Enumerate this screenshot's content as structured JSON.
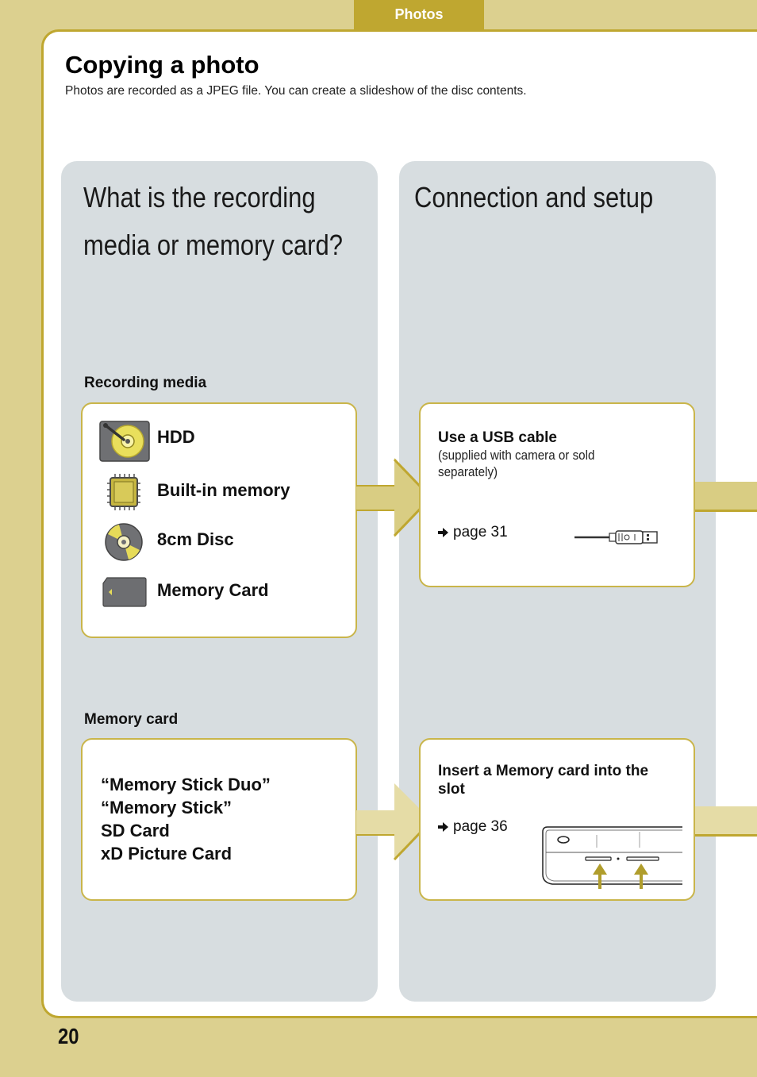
{
  "header": {
    "tab_label": "Photos"
  },
  "page": {
    "title": "Copying a photo",
    "subtitle": "Photos are recorded as a JPEG file. You can create a slideshow of the disc contents.",
    "page_number": "20"
  },
  "left_panel": {
    "heading_line1": "What is the recording",
    "heading_line2": "media or memory card?",
    "recording_media": {
      "label": "Recording media",
      "items": [
        {
          "label": "HDD",
          "icon": "hdd-icon"
        },
        {
          "label": "Built-in memory",
          "icon": "chip-icon"
        },
        {
          "label": "8cm Disc",
          "icon": "disc-icon"
        },
        {
          "label": "Memory Card",
          "icon": "memory-card-icon"
        }
      ]
    },
    "memory_card": {
      "label": "Memory card",
      "items": [
        "“Memory Stick Duo”",
        "“Memory Stick”",
        "SD Card",
        "xD Picture Card"
      ]
    }
  },
  "right_panel": {
    "heading": "Connection and setup",
    "usb": {
      "title": "Use a USB cable",
      "note": "(supplied with camera or sold separately)",
      "page_ref": "page 31"
    },
    "slot": {
      "title": "Insert a Memory card into the slot",
      "page_ref": "page 36"
    }
  },
  "colors": {
    "background": "#dcd08f",
    "accent": "#bfa730",
    "panel": "#d7dde0",
    "card_border": "#c9b54a",
    "arrow": "#d9cd83"
  }
}
